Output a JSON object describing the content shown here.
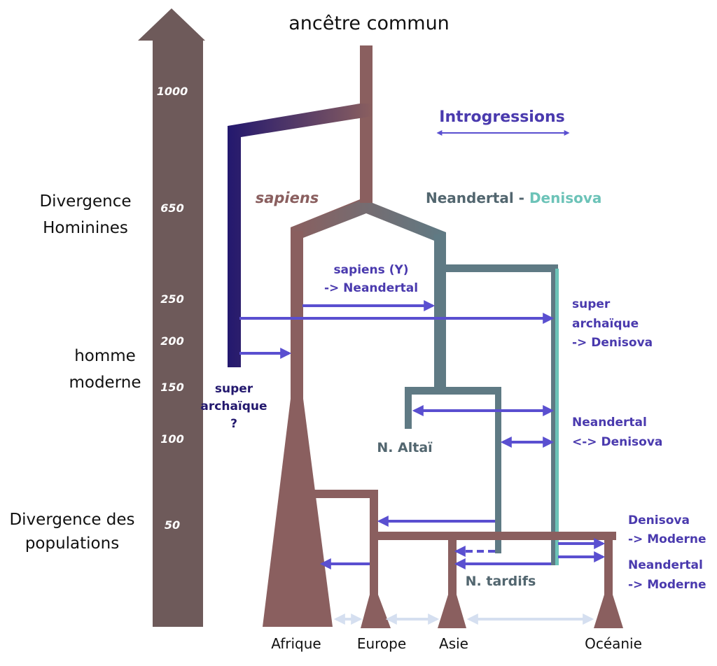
{
  "title": "ancêtre commun",
  "time_axis": {
    "ticks": [
      "1000",
      "650",
      "250",
      "200",
      "150",
      "100",
      "50"
    ]
  },
  "left_labels": {
    "divergence_hominines": [
      "Divergence",
      "Hominines"
    ],
    "homme_moderne": [
      "homme",
      "moderne"
    ],
    "divergence_populations": [
      "Divergence des",
      "populations"
    ]
  },
  "lineages": {
    "sapiens": "sapiens",
    "neandertal": "Neandertal",
    "separator": " - ",
    "denisova": "Denisova",
    "altai": "N. Altaï",
    "tardifs": "N. tardifs"
  },
  "legend": {
    "introgressions": "Introgressions"
  },
  "introgression_labels": {
    "sapiens_to_neandertal": [
      "sapiens (Y)",
      "-> Neandertal"
    ],
    "super_to_denisova": [
      "super",
      "archaïque",
      "-> Denisova"
    ],
    "super_archaique": [
      "super",
      "archaïque",
      "?"
    ],
    "neandertal_denisova": [
      "Neandertal",
      "<-> Denisova"
    ],
    "denisova_moderne": [
      "Denisova",
      "-> Moderne"
    ],
    "neandertal_moderne": [
      "Neandertal",
      "-> Moderne"
    ]
  },
  "populations": [
    "Afrique",
    "Europe",
    "Asie",
    "Océanie"
  ],
  "colors": {
    "sapiens": "#8a5f5f",
    "super_archaic": "#23186e",
    "neandertal": "#5f7a84",
    "denisova": "#6cc3b8",
    "introgression": "#5a4fd0",
    "time_arrow": "#6e5a5a",
    "gene_flow": "#d5dff0"
  }
}
